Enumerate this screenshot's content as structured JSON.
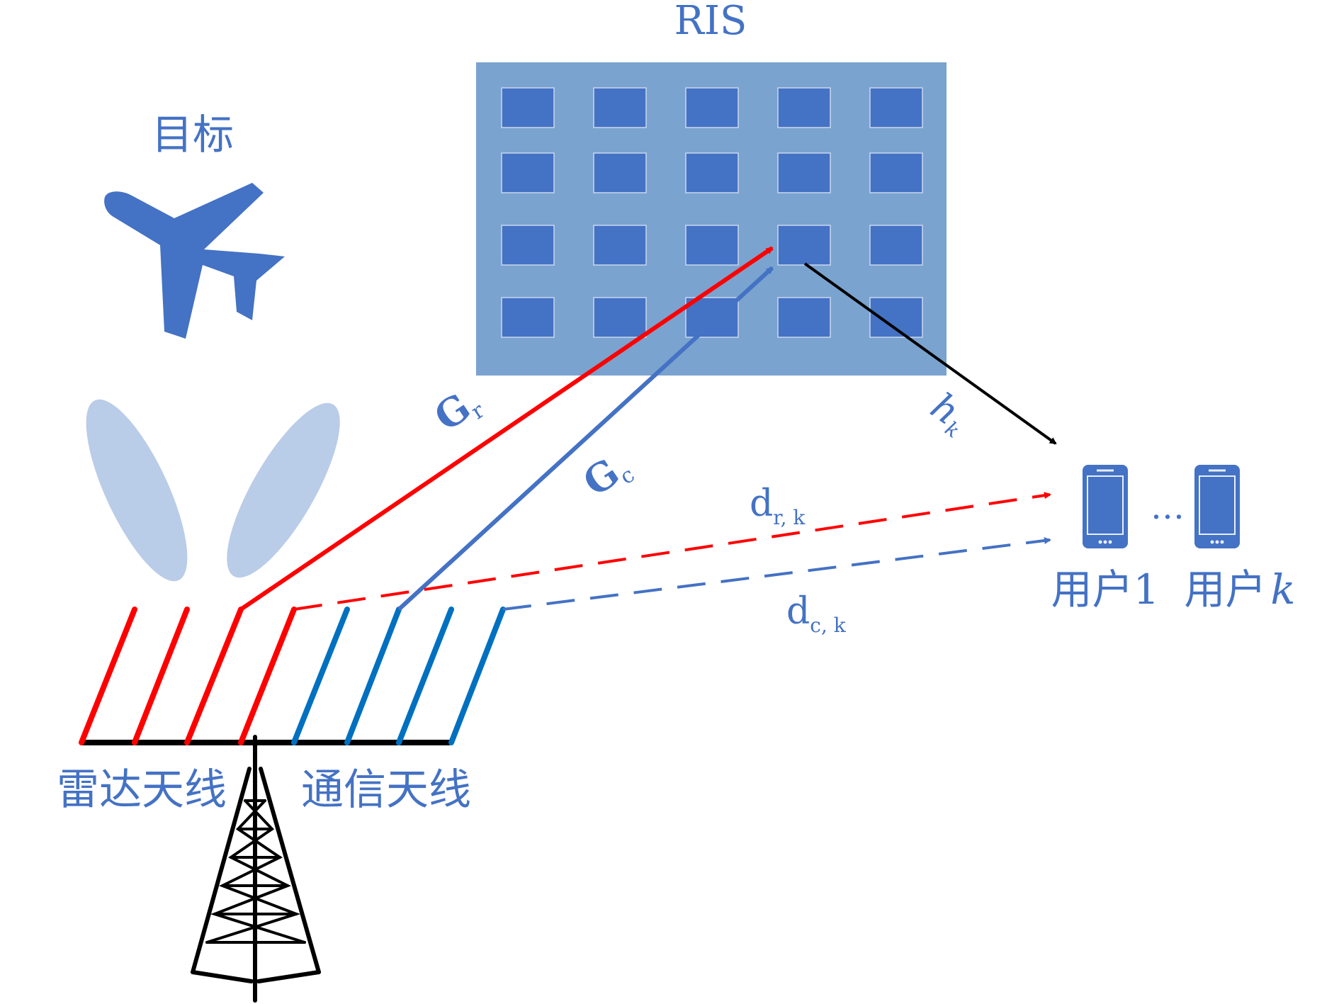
{
  "title": "RIS",
  "target_label": "目标",
  "radar_antenna_label": "雷达天线",
  "comm_antenna_label": "通信天线",
  "channel_labels": {
    "g_r": "G",
    "g_r_sub": "r",
    "g_c": "G",
    "g_c_sub": "c",
    "h_k": "h",
    "h_k_sub": "k",
    "d_rk": "d",
    "d_rk_sub": "r, k",
    "d_ck": "d",
    "d_ck_sub": "c, k"
  },
  "users": {
    "user1": "用户1",
    "userk_prefix": "用户",
    "userk_var": "k",
    "ellipsis": "…"
  },
  "colors": {
    "ris_panel": "#7aa3cf",
    "ris_element": "#4472c4",
    "radar": "#ff0000",
    "comm": "#4472c4",
    "comm_antenna": "#0070c0",
    "beam": "#b9cce8",
    "black": "#000000"
  },
  "ris_grid": {
    "rows": 4,
    "cols": 5
  },
  "antennas": {
    "radar_count": 4,
    "comm_count": 4
  }
}
